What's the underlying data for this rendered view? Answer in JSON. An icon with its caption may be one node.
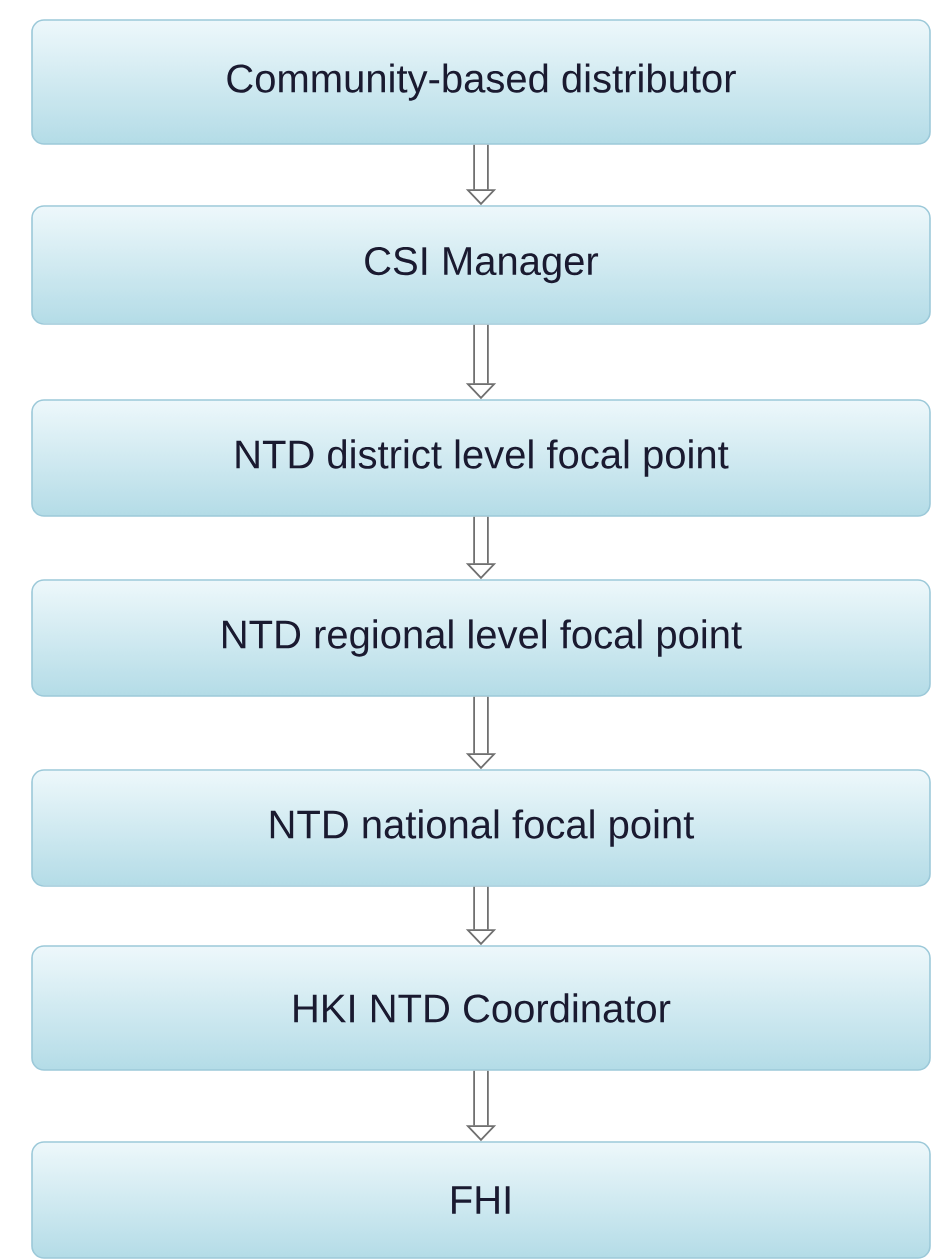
{
  "diagram": {
    "nodes": [
      {
        "text": [
          "Community-based distributor"
        ]
      },
      {
        "text": [
          "CSI Manager"
        ]
      },
      {
        "text": [
          "NTD district level focal point"
        ]
      },
      {
        "text": [
          "NTD regional level focal point"
        ]
      },
      {
        "text": [
          "NTD national focal point"
        ]
      },
      {
        "text": [
          "HKI NTD Coordinator"
        ]
      },
      {
        "text": [
          "FHI"
        ]
      }
    ],
    "edges": [
      {
        "from": 0,
        "to": 1,
        "arrow": "to"
      },
      {
        "from": 1,
        "to": 2,
        "arrow": "to"
      },
      {
        "from": 2,
        "to": 3,
        "arrow": "to"
      },
      {
        "from": 3,
        "to": 4,
        "arrow": "to"
      },
      {
        "from": 4,
        "to": 5,
        "arrow": "to"
      },
      {
        "from": 5,
        "to": 6,
        "arrow": "to"
      }
    ]
  }
}
